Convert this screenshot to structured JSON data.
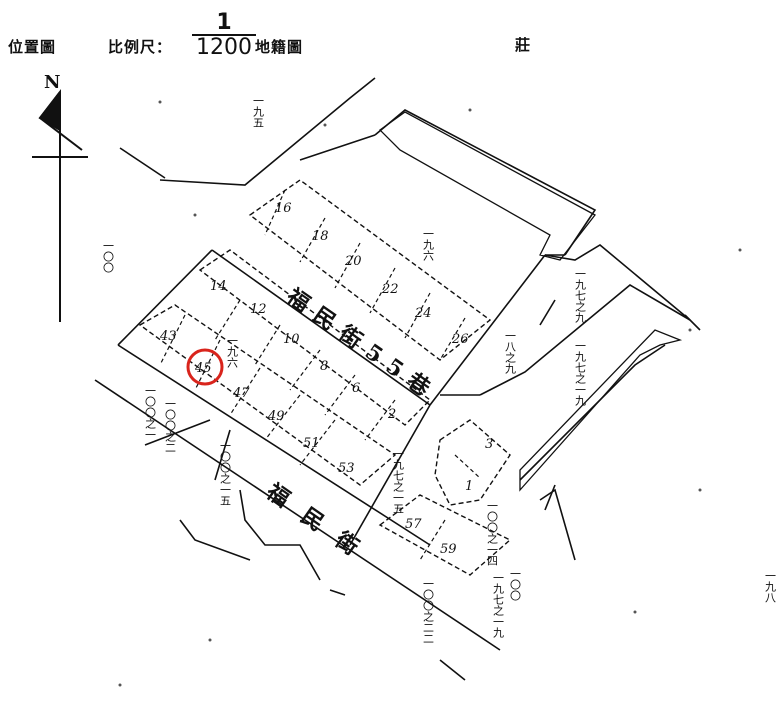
{
  "header": {
    "location_label": "位置圖",
    "scale_label": "比例尺：",
    "scale_numerator": "1",
    "scale_denominator": "1200",
    "suffix": "地籍圖",
    "right_char": "莊"
  },
  "north_label": "N",
  "road_upper": "福民街55巷",
  "road_lower": "福民街",
  "units": [
    "16",
    "18",
    "20",
    "22",
    "24",
    "26",
    "14",
    "12",
    "10",
    "8",
    "6",
    "2",
    "43",
    "45",
    "47",
    "49",
    "51",
    "53",
    "57",
    "59",
    "3",
    "1"
  ],
  "highlighted_unit": "45",
  "lot_notes": [
    "一九五",
    "一〇〇",
    "一九六",
    "一九七之九",
    "一八之九",
    "一九七之一九",
    "一九六",
    "一〇〇之一",
    "一〇〇之二",
    "一〇〇之一五",
    "一九七之一五",
    "一〇〇之一四",
    "一〇〇之二二",
    "一九七之一九",
    "一〇〇",
    "一九八"
  ],
  "colors": {
    "ink": "#111111",
    "highlight": "#d9241c"
  }
}
